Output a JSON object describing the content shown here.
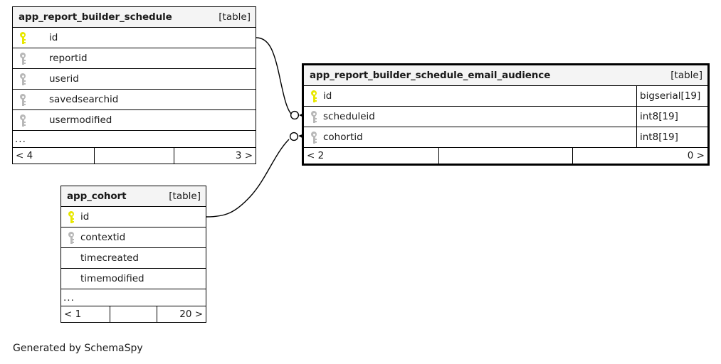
{
  "diagram": {
    "generator_caption": "Generated by SchemaSpy",
    "kind_label": "[table]",
    "ellipsis": "...",
    "colors": {
      "primary_key": "#e8e800",
      "foreign_key": "#b8b8b8",
      "header_background": "#f4f4f4",
      "border": "#000000",
      "page_background": "#ffffff"
    }
  },
  "tables": [
    {
      "id": "app_report_builder_schedule",
      "name": "app_report_builder_schedule",
      "kind": "[table]",
      "focal": false,
      "has_type_column": false,
      "columns": [
        {
          "name": "id",
          "key": "primary",
          "type": ""
        },
        {
          "name": "reportid",
          "key": "foreign",
          "type": ""
        },
        {
          "name": "userid",
          "key": "foreign",
          "type": ""
        },
        {
          "name": "savedsearchid",
          "key": "foreign",
          "type": ""
        },
        {
          "name": "usermodified",
          "key": "foreign",
          "type": ""
        }
      ],
      "truncated": true,
      "footer": {
        "left": "< 4",
        "middle": "",
        "right": "3 >"
      }
    },
    {
      "id": "app_report_builder_schedule_email_audience",
      "name": "app_report_builder_schedule_email_audience",
      "kind": "[table]",
      "focal": true,
      "has_type_column": true,
      "columns": [
        {
          "name": "id",
          "key": "primary",
          "type": "bigserial[19]"
        },
        {
          "name": "scheduleid",
          "key": "foreign",
          "type": "int8[19]"
        },
        {
          "name": "cohortid",
          "key": "foreign",
          "type": "int8[19]"
        }
      ],
      "truncated": false,
      "footer": {
        "left": "< 2",
        "middle": "",
        "right": "0 >"
      }
    },
    {
      "id": "app_cohort",
      "name": "app_cohort",
      "kind": "[table]",
      "focal": false,
      "has_type_column": false,
      "columns": [
        {
          "name": "id",
          "key": "primary",
          "type": ""
        },
        {
          "name": "contextid",
          "key": "foreign",
          "type": ""
        },
        {
          "name": "timecreated",
          "key": "none",
          "type": ""
        },
        {
          "name": "timemodified",
          "key": "none",
          "type": ""
        }
      ],
      "truncated": true,
      "footer": {
        "left": "< 1",
        "middle": "",
        "right": "20 >"
      }
    }
  ],
  "relationships": [
    {
      "id": "schedule-to-email-audience",
      "from_table": "app_report_builder_schedule",
      "from_column": "id",
      "to_table": "app_report_builder_schedule_email_audience",
      "to_column": "scheduleid"
    },
    {
      "id": "cohort-to-email-audience",
      "from_table": "app_cohort",
      "from_column": "id",
      "to_table": "app_report_builder_schedule_email_audience",
      "to_column": "cohortid"
    }
  ]
}
